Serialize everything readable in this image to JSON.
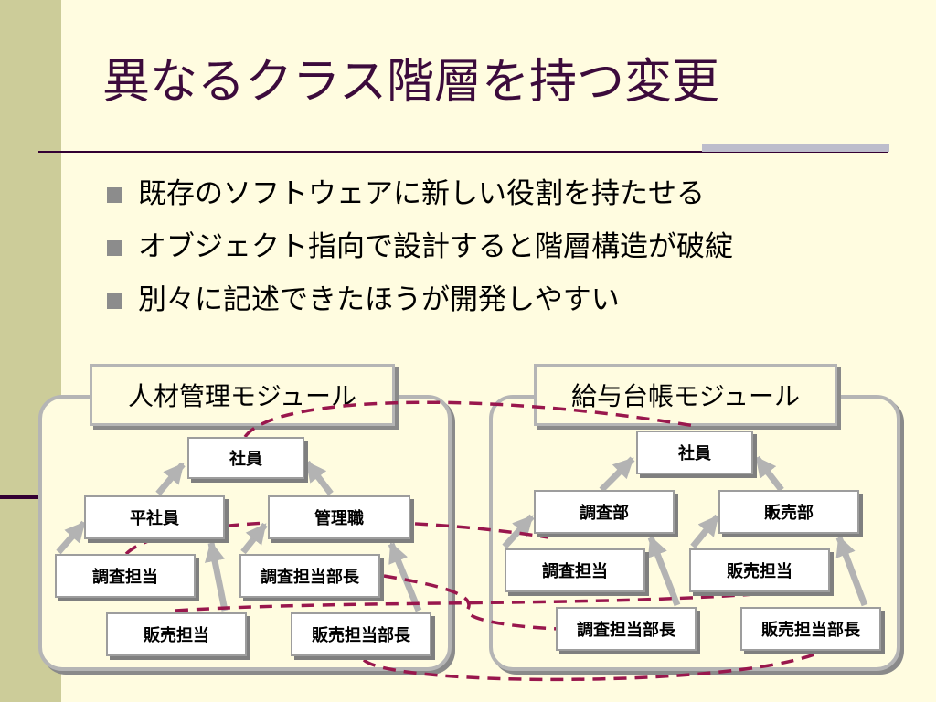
{
  "slide": {
    "title": "異なるクラス階層を持つ変更",
    "bullets": [
      "既存のソフトウェアに新しい役割を持たせる",
      "オブジェクト指向で設計すると階層構造が破綻",
      "別々に記述できたほうが開発しやすい"
    ]
  },
  "diagram": {
    "hr_module": {
      "title": "人材管理モジュール",
      "classes": {
        "employee": "社員",
        "staff": "平社員",
        "manager": "管理職",
        "research_staff": "調査担当",
        "research_head": "調査担当部長",
        "sales_staff": "販売担当",
        "sales_head": "販売担当部長"
      }
    },
    "payroll_module": {
      "title": "給与台帳モジュール",
      "classes": {
        "employee": "社員",
        "research_dept": "調査部",
        "sales_dept": "販売部",
        "research_staff": "調査担当",
        "sales_staff": "販売担当",
        "research_head": "調査担当部長",
        "sales_head": "販売担当部長"
      }
    }
  },
  "colors": {
    "background": "#fffce0",
    "left_bar": "#cccc99",
    "title_text": "#3c0b3c",
    "module_border": "#b5b5b5",
    "arrow": "#b3b3b3",
    "correspondence_dash": "#99174d"
  }
}
